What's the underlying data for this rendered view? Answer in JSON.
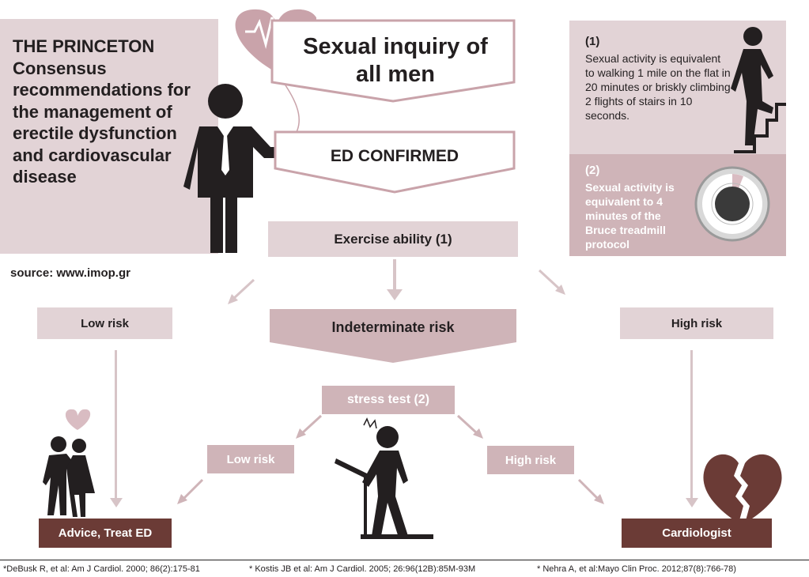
{
  "title": "THE PRINCETON Consensus recommendations for the management of erectile dysfunction and cardiovascular disease",
  "source": "source: www.imop.gr",
  "inquiry": "Sexual inquiry of all men",
  "ed_confirmed": "ED CONFIRMED",
  "exercise_ability": "Exercise ability (1)",
  "low_risk": "Low risk",
  "indeterminate_risk": "Indeterminate risk",
  "high_risk": "High risk",
  "stress_test": "stress test (2)",
  "stress_low_risk": "Low risk",
  "stress_high_risk": "High risk",
  "advice": "Advice, Treat ED",
  "cardiologist": "Cardiologist",
  "note1": {
    "number": "(1)",
    "text": "Sexual activity is equivalent to walking 1 mile on the flat in 20 minutes or briskly climbing 2 flights of stairs in 10 seconds."
  },
  "note2": {
    "number": "(2)",
    "text": "Sexual activity is equivalent to 4 minutes of the Bruce treadmill protocol"
  },
  "references": [
    "*DeBusk R, et al: Am J Cardiol. 2000; 86(2):175-81",
    "* Kostis JB et al: Am J Cardiol. 2005; 26:96(12B):85M-93M",
    "* Nehra A, et al:Mayo Clin Proc. 2012;87(8):766-78)"
  ],
  "colors": {
    "light": "#e2d3d6",
    "mid": "#cfb4b8",
    "dark": "#6b3b36",
    "arrow": "#d7c4c7",
    "text": "#231f20"
  },
  "icons": [
    "heart-balloon-icon",
    "businessman-icon",
    "climbing-stairs-icon",
    "stopwatch-icon",
    "couple-kissing-icon",
    "treadmill-runner-icon",
    "broken-heart-icon"
  ]
}
